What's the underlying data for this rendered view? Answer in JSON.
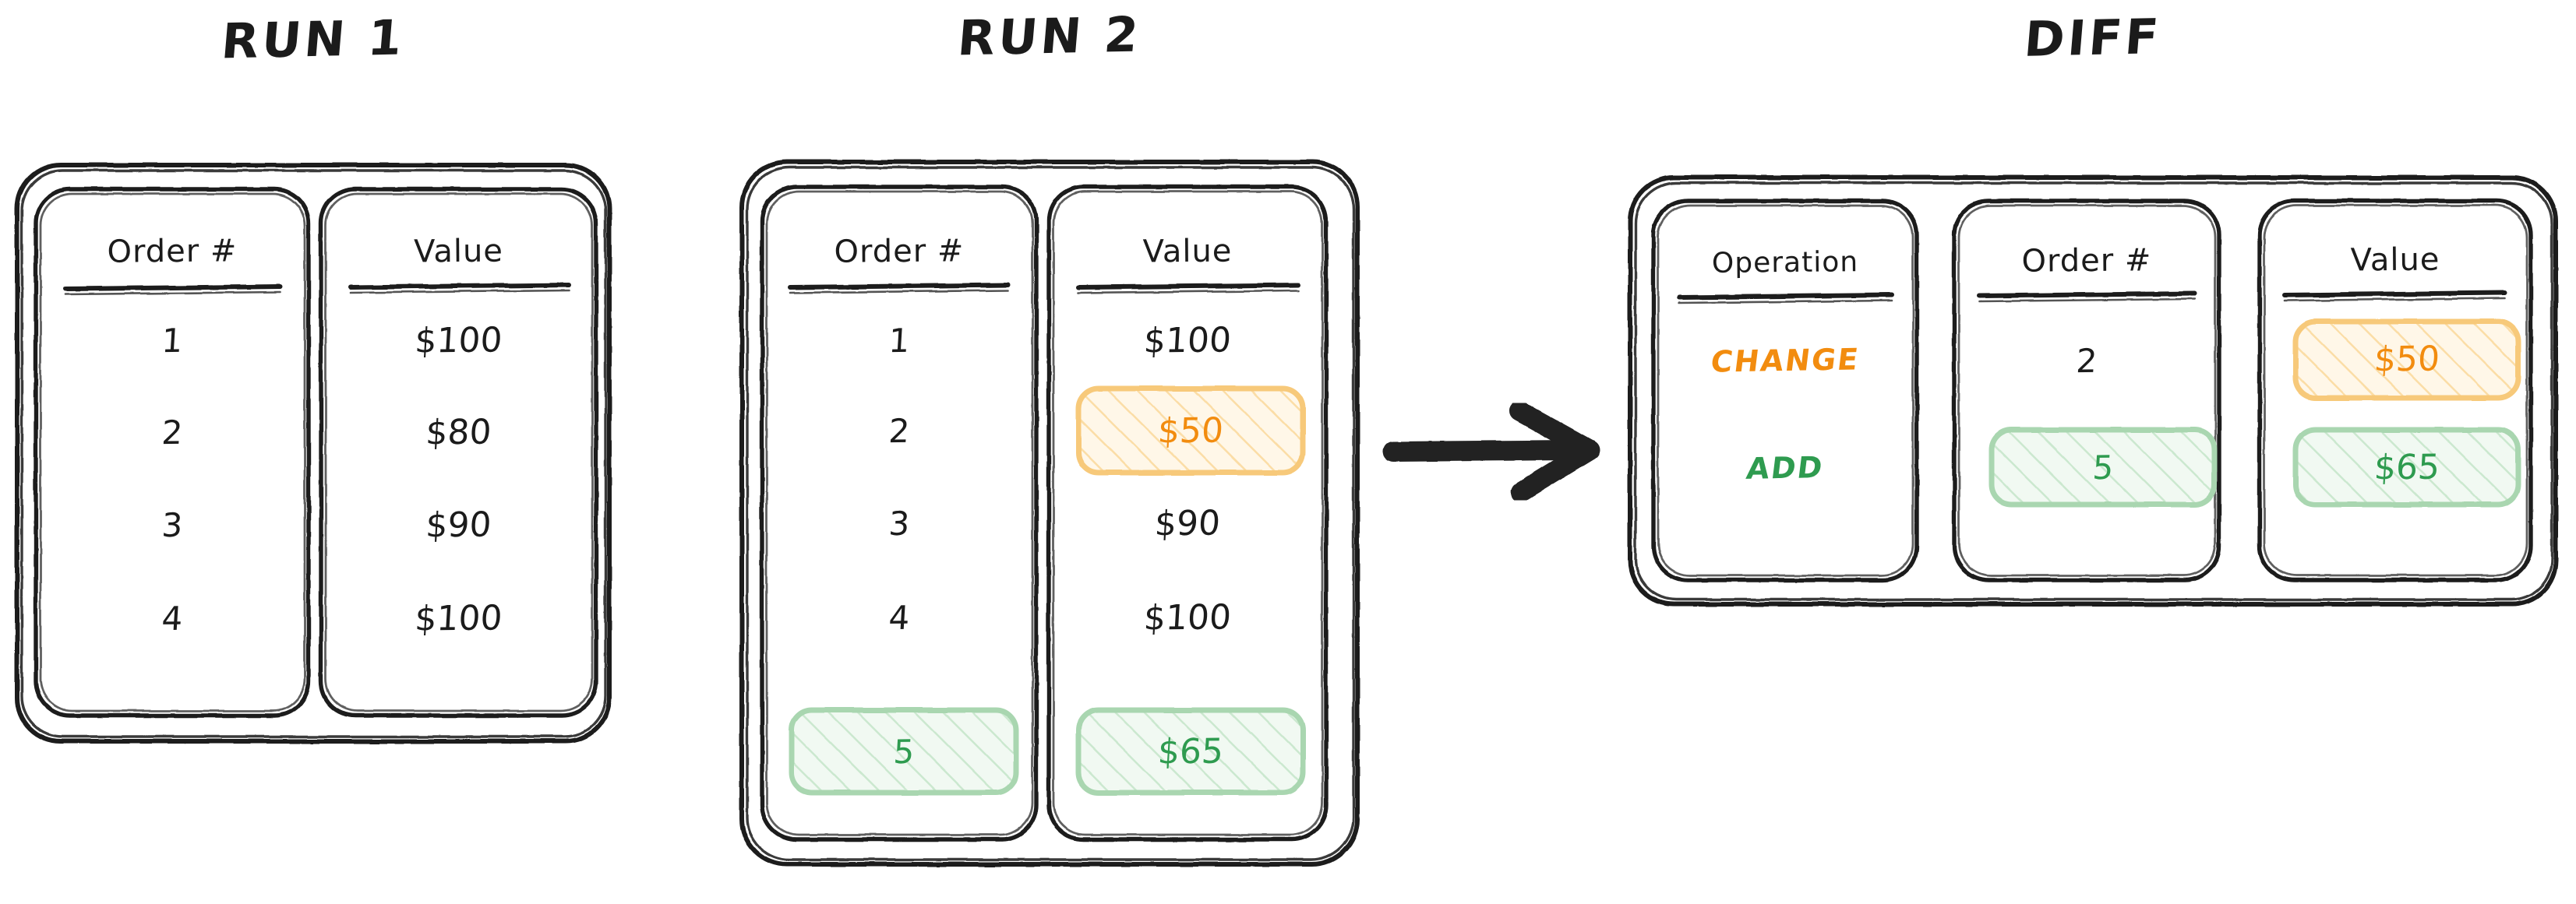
{
  "diagram": {
    "title_run1": "RUN 1",
    "title_run2": "RUN 2",
    "title_diff": "DIFF",
    "arrow_icon": "arrow-right-icon",
    "colors": {
      "ink": "#1b1b1b",
      "change_accent": "#F28C0F",
      "change_fill": "#FDECCB",
      "change_border": "#F7C97A",
      "add_accent": "#2E9B4F",
      "add_fill": "#DCEFDD",
      "add_border": "#A9D6B0",
      "background": "#ffffff"
    }
  },
  "run1": {
    "columns": [
      {
        "header": "Order #",
        "cells": [
          {
            "text": "1",
            "state": "normal"
          },
          {
            "text": "2",
            "state": "normal"
          },
          {
            "text": "3",
            "state": "normal"
          },
          {
            "text": "4",
            "state": "normal"
          }
        ]
      },
      {
        "header": "Value",
        "cells": [
          {
            "text": "$100",
            "state": "normal"
          },
          {
            "text": "$80",
            "state": "normal"
          },
          {
            "text": "$90",
            "state": "normal"
          },
          {
            "text": "$100",
            "state": "normal"
          }
        ]
      }
    ]
  },
  "run2": {
    "columns": [
      {
        "header": "Order #",
        "cells": [
          {
            "text": "1",
            "state": "normal"
          },
          {
            "text": "2",
            "state": "normal"
          },
          {
            "text": "3",
            "state": "normal"
          },
          {
            "text": "4",
            "state": "normal"
          },
          {
            "text": "5",
            "state": "added"
          }
        ]
      },
      {
        "header": "Value",
        "cells": [
          {
            "text": "$100",
            "state": "normal"
          },
          {
            "text": "$50",
            "state": "changed"
          },
          {
            "text": "$90",
            "state": "normal"
          },
          {
            "text": "$100",
            "state": "normal"
          },
          {
            "text": "$65",
            "state": "added"
          }
        ]
      }
    ]
  },
  "diff": {
    "columns": [
      {
        "header": "Operation",
        "cells": [
          {
            "text": "CHANGE",
            "state": "change-label"
          },
          {
            "text": "ADD",
            "state": "add-label"
          }
        ]
      },
      {
        "header": "Order #",
        "cells": [
          {
            "text": "2",
            "state": "normal"
          },
          {
            "text": "5",
            "state": "added"
          }
        ]
      },
      {
        "header": "Value",
        "cells": [
          {
            "text": "$50",
            "state": "changed"
          },
          {
            "text": "$65",
            "state": "added"
          }
        ]
      }
    ]
  }
}
